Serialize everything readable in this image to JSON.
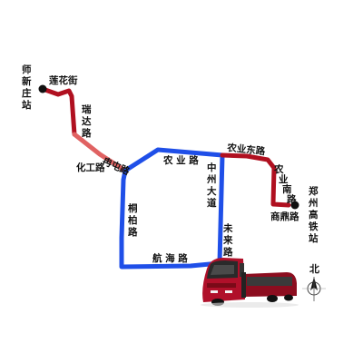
{
  "map": {
    "colors": {
      "red_route": "#b01020",
      "light_red_route": "#e06262",
      "blue_route": "#1f4fe8",
      "terminal": "#111111",
      "bus_body": "#b0102a"
    },
    "terminals": {
      "west": [
        "师",
        "新",
        "庄",
        "站"
      ],
      "east": [
        "郑",
        "州",
        "高",
        "铁",
        "站"
      ]
    },
    "roads": {
      "lianhua_jie": "莲花街",
      "ruida_lu": [
        "瑞",
        "达",
        "路"
      ],
      "rantun_lu": "冉屯路",
      "huagong_lu": "化工路",
      "nongye_lu": "农 业 路",
      "nongye_dong_lu": "农业东路",
      "nongye_nan_lu": [
        "农",
        "业",
        "南",
        "路"
      ],
      "shangding_lu": "商鼎路",
      "zhongzhou_dadao": [
        "中",
        "州",
        "大",
        "道"
      ],
      "tongbai_lu": [
        "桐",
        "柏",
        "路"
      ],
      "weilai_lu": [
        "未",
        "来",
        "路"
      ],
      "hanghai_lu": "航 海 路"
    },
    "compass": {
      "label": "北",
      "icon": "north-arrow-icon"
    },
    "vehicle": {
      "icon": "brt-bus-icon"
    }
  }
}
